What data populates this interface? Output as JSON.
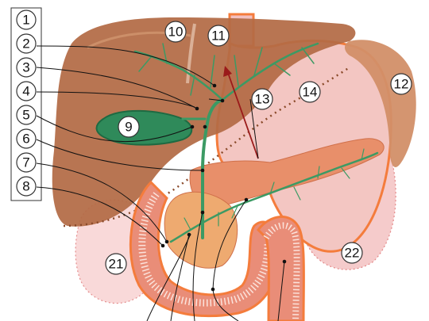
{
  "labels": {
    "n1": "1",
    "n2": "2",
    "n3": "3",
    "n4": "4",
    "n5": "5",
    "n6": "6",
    "n7": "7",
    "n8": "8",
    "n9": "9",
    "n10": "10",
    "n11": "11",
    "n12": "12",
    "n13": "13",
    "n14": "14",
    "n21": "21",
    "n22": "22"
  },
  "colors": {
    "liver": "#b36a45",
    "liver_light": "#c98a62",
    "stomach": "#f3c6c2",
    "stomach_outline": "#f47c3c",
    "spleen": "#d28f68",
    "pancreas": "#e88f6a",
    "duodenum": "#e98d78",
    "bile": "#2f8a5a",
    "gallbladder": "#3a9a6a",
    "kidney": "#f5c9c9"
  }
}
